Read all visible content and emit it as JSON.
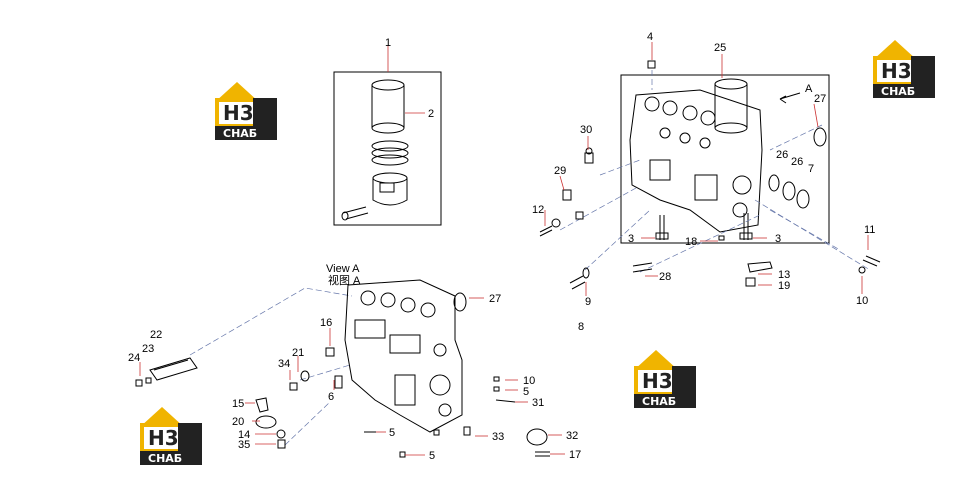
{
  "logos": [
    {
      "top": "H3",
      "bottom": "СНАБ"
    },
    {
      "top": "H3",
      "bottom": "СНАБ"
    },
    {
      "top": "H3",
      "bottom": "СНАБ"
    },
    {
      "top": "H3",
      "bottom": "СНАБ"
    }
  ],
  "view": {
    "line1": "View  A",
    "line2": "视图  A"
  },
  "arrow_label": "A",
  "callouts": {
    "c1": "1",
    "c2": "2",
    "c4": "4",
    "c25": "25",
    "c27a": "27",
    "c30": "30",
    "c29": "29",
    "c26a": "26",
    "c26b": "26",
    "c7": "7",
    "c12": "12",
    "c3a": "3",
    "c18": "18",
    "c3b": "3",
    "c11": "11",
    "c28": "28",
    "c13": "13",
    "c19": "19",
    "c9": "9",
    "c8": "8",
    "c10a": "10",
    "c27b": "27",
    "c22": "22",
    "c16": "16",
    "c23": "23",
    "c24": "24",
    "c21": "21",
    "c34": "34",
    "c6": "6",
    "c10b": "10",
    "c5a": "5",
    "c31": "31",
    "c15": "15",
    "c20": "20",
    "c14": "14",
    "c35": "35",
    "c5b": "5",
    "c33": "33",
    "c32": "32",
    "c5c": "5",
    "c17": "17"
  }
}
